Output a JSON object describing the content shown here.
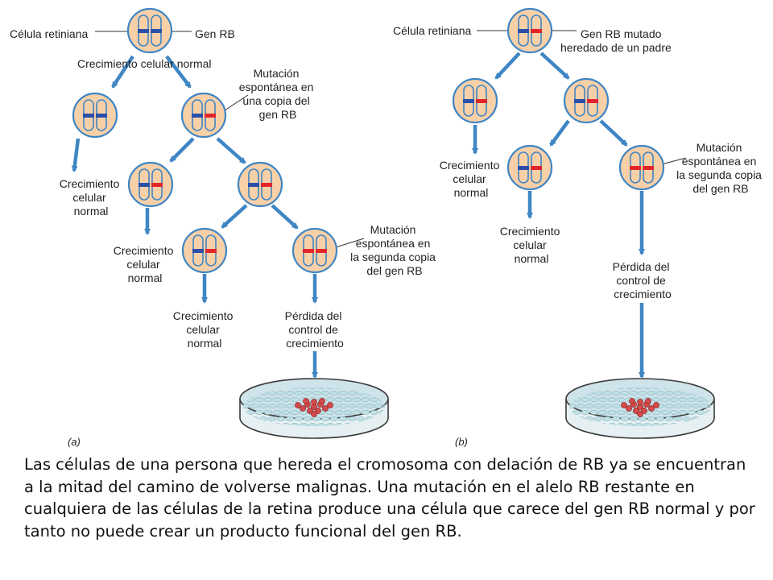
{
  "colors": {
    "cell_fill": "#f8d0a8",
    "cell_border": "#3f86c4",
    "arrow": "#3f86c4",
    "allele_normal": "#2b4fa8",
    "allele_mutant": "#e1262b",
    "dish_rim": "#3a3a3a",
    "dish_fill": "#cfe3ea",
    "tumor_cells": "#d44a4a"
  },
  "panel_a": {
    "label": "(a)",
    "retinal_cell": "Célula retiniana",
    "rb_gene": "Gen RB",
    "normal_growth_top": "Crecimiento celular normal",
    "mutation_first": [
      "Mutación",
      "espontánea en",
      "una copia del",
      "gen RB"
    ],
    "mutation_second": [
      "Mutación",
      "espontánea en",
      "la segunda copia",
      "del gen RB"
    ],
    "normal_growth_1": [
      "Crecimiento",
      "celular",
      "normal"
    ],
    "normal_growth_2": [
      "Crecimiento",
      "celular",
      "normal"
    ],
    "normal_growth_3": [
      "Crecimiento",
      "celular",
      "normal"
    ],
    "loss_of_control": [
      "Pérdida del",
      "control de",
      "crecimiento"
    ]
  },
  "panel_b": {
    "label": "(b)",
    "retinal_cell": "Célula retiniana",
    "rb_gene_mutated": [
      "Gen RB mutado",
      "heredado de un padre"
    ],
    "mutation_second": [
      "Mutación",
      "espontánea en",
      "la segunda copia",
      "del gen RB"
    ],
    "normal_growth_1": [
      "Crecimiento",
      "celular",
      "normal"
    ],
    "normal_growth_2": [
      "Crecimiento",
      "celular",
      "normal"
    ],
    "loss_of_control": [
      "Pérdida del",
      "control de",
      "crecimiento"
    ]
  },
  "caption": "Las células de una persona que hereda el cromosoma con delación de RB ya se encuentran a la mitad del camino de volverse malignas. Una mutación en el alelo RB restante en cualquiera de las células de la retina produce una célula que carece del gen RB normal y por tanto no puede crear un producto funcional del gen RB."
}
